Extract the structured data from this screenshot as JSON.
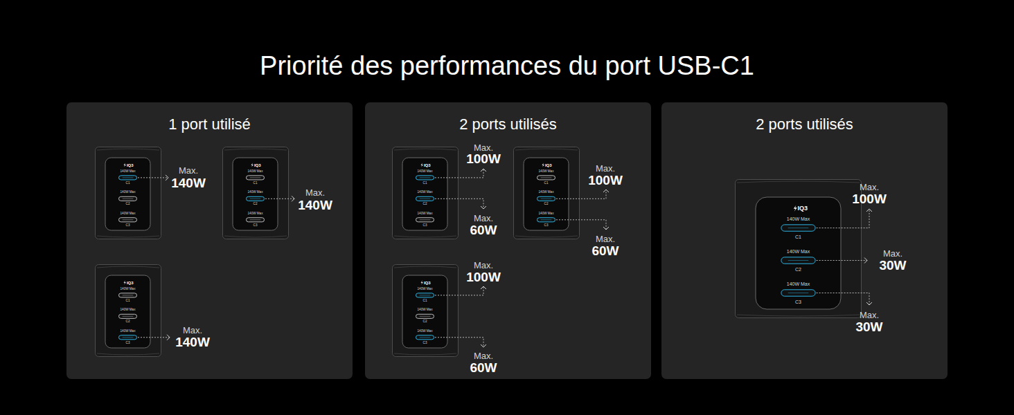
{
  "diagram": {
    "title": "Priorité des performances du port USB-C1",
    "nodes": [
      {
        "text": [
          "1 port utilisé"
        ]
      },
      {
        "text": [
          "IQ3",
          "140W Max",
          "C1",
          "140W Max",
          "C2",
          "140W Max",
          "C3"
        ],
        "in": 0
      },
      {
        "text": [
          "IQ3",
          "140W Max",
          "C1",
          "140W Max",
          "C2",
          "140W Max",
          "C3"
        ],
        "in": 0
      },
      {
        "text": [
          "IQ3",
          "140W Max",
          "C1",
          "140W Max",
          "C2",
          "140W Max",
          "C3"
        ],
        "in": 0
      },
      {
        "text": [
          "2 ports utilisés"
        ]
      },
      {
        "text": [
          "IQ3",
          "140W Max",
          "C1",
          "140W Max",
          "C2",
          "140W Max",
          "C3"
        ],
        "in": 4
      },
      {
        "text": [
          "IQ3",
          "140W Max",
          "C1",
          "140W Max",
          "C2",
          "140W Max",
          "C3"
        ],
        "in": 4
      },
      {
        "text": [
          "IQ3",
          "140W Max",
          "C1",
          "140W Max",
          "C2",
          "140W Max",
          "C3"
        ],
        "in": 4
      },
      {
        "text": [
          "2 ports utilisés"
        ]
      },
      {
        "text": [
          "IQ3",
          "140W Max",
          "C1",
          "140W Max",
          "C2",
          "140W Max",
          "C3"
        ],
        "in": 8
      }
    ],
    "labels": [
      "Max.",
      "140W",
      "Max.",
      "140W",
      "Max.",
      "140W",
      "Max.",
      "100W",
      "Max.",
      "60W",
      "Max.",
      "100W",
      "Max.",
      "60W",
      "Max.",
      "100W",
      "Max.",
      "60W",
      "Max.",
      "100W",
      "Max.",
      "30W",
      "Max.",
      "30W"
    ]
  }
}
